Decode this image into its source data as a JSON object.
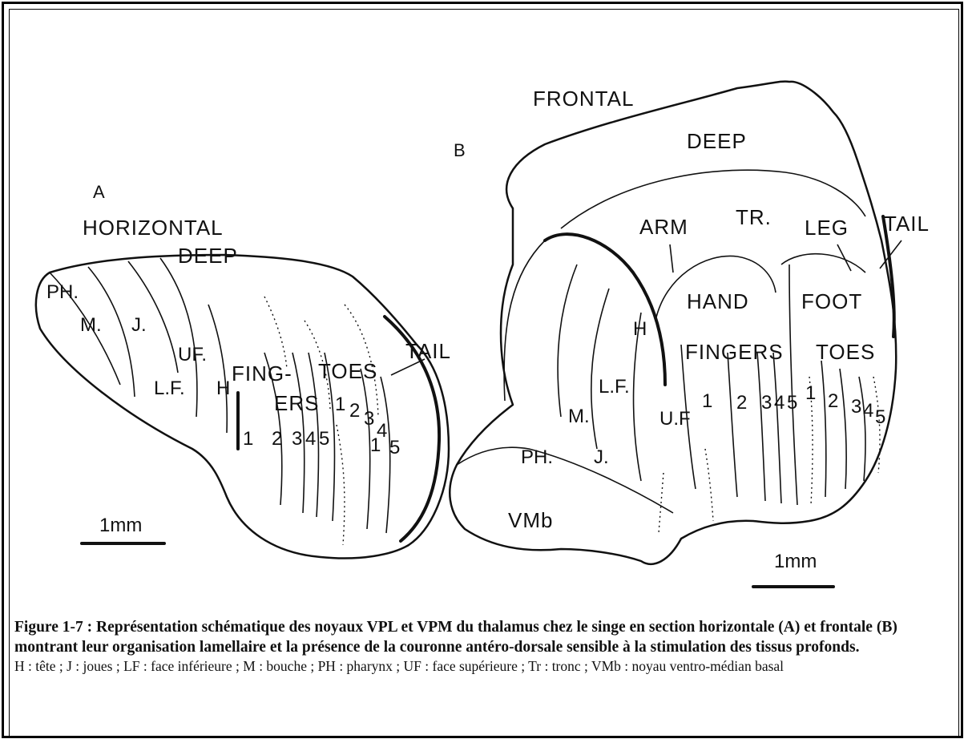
{
  "panel_a": {
    "letter": "A",
    "title": "HORIZONTAL",
    "labels": {
      "deep": "DEEP",
      "ph": "PH.",
      "m": "M.",
      "j": "J.",
      "uf": "UF.",
      "lf": "L.F.",
      "h": "H",
      "fing": "FING-",
      "ers": "ERS",
      "toes": "TOES",
      "tail": "TAIL"
    },
    "finger_digits": [
      "1",
      "2",
      "3",
      "4",
      "5"
    ],
    "toe_digits": [
      "1",
      "2",
      "3",
      "4",
      "1",
      "5"
    ],
    "scale_label": "1mm"
  },
  "panel_b": {
    "letter": "B",
    "title": "FRONTAL",
    "labels": {
      "deep": "DEEP",
      "arm": "ARM",
      "tr": "TR.",
      "leg": "LEG",
      "tail": "TAIL",
      "hand": "HAND",
      "foot": "FOOT",
      "h": "H",
      "fingers": "FINGERS",
      "toes": "TOES",
      "lf": "L.F.",
      "m": "M.",
      "uf": "U.F",
      "ph": "PH.",
      "j": "J.",
      "vmb": "VMb"
    },
    "finger_digits": [
      "1",
      "2",
      "3",
      "4",
      "5"
    ],
    "toe_digits": [
      "1",
      "2",
      "3",
      "4",
      "5"
    ],
    "scale_label": "1mm"
  },
  "caption": {
    "title": "Figure 1-7 : Représentation schématique des noyaux VPL et VPM du thalamus chez le singe en section horizontale (A) et frontale (B) montrant leur organisation lamellaire et la présence de la couronne antéro-dorsale sensible à la stimulation des tissus profonds.",
    "legend": "H : tête ; J : joues ; LF : face inférieure ; M : bouche ; PH : pharynx ; UF : face supérieure ; Tr : tronc ; VMb : noyau ventro-médian basal"
  }
}
